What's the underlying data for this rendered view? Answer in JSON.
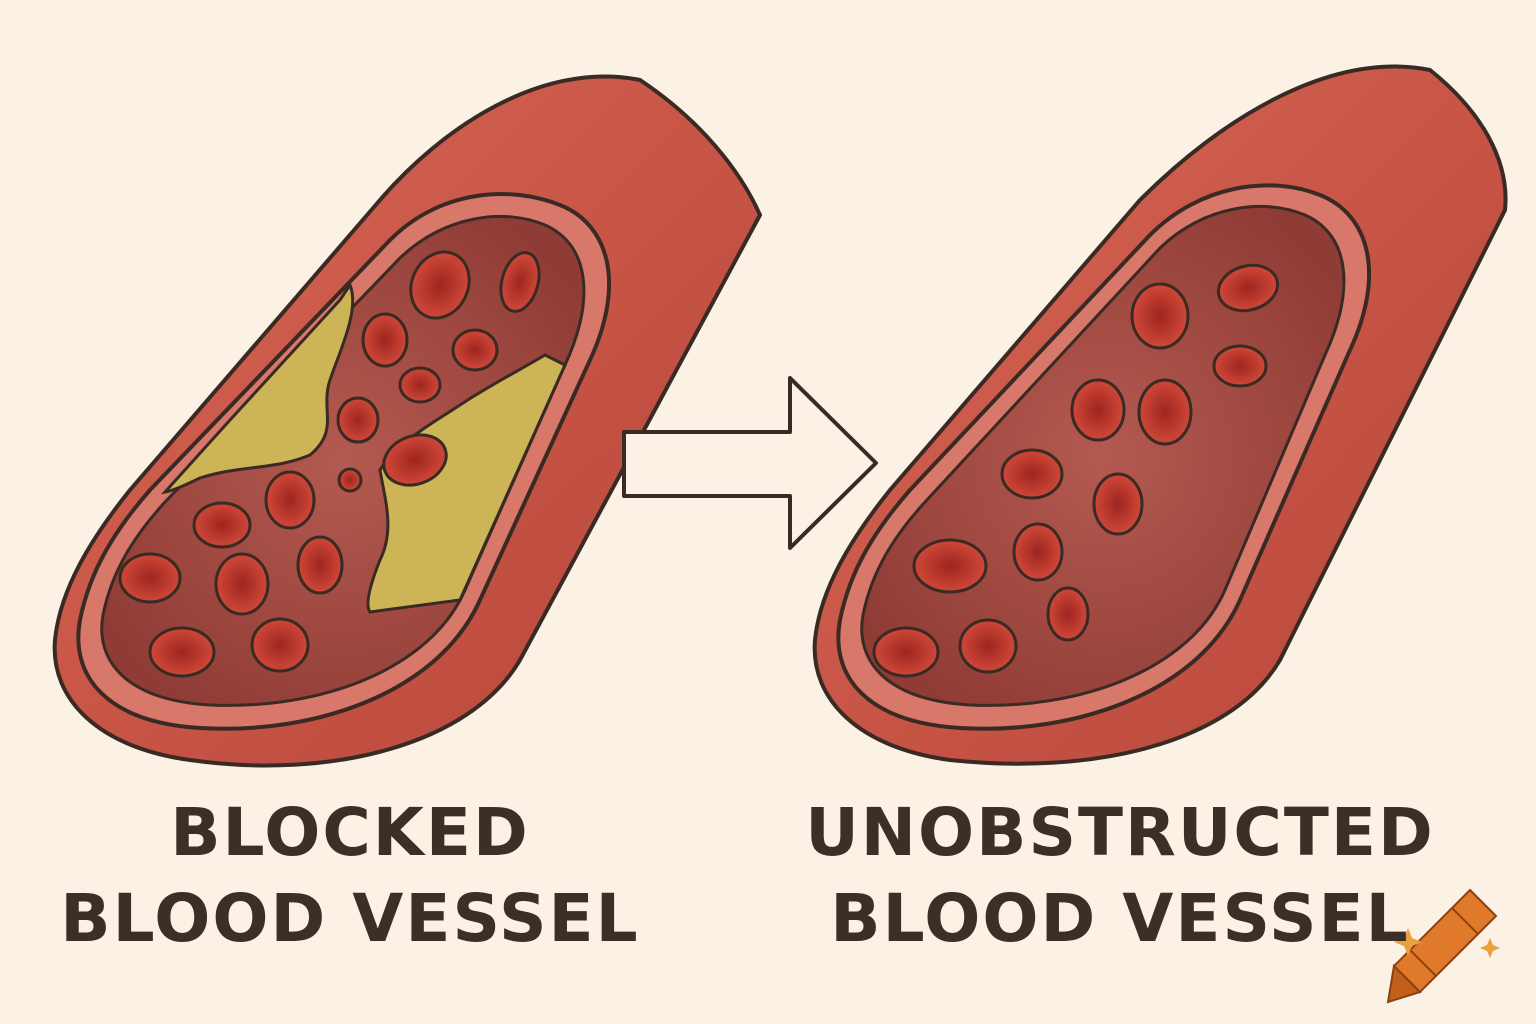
{
  "labels": {
    "left": {
      "line1": "BLOCKED",
      "line2": "BLOOD VESSEL"
    },
    "right": {
      "line1": "UNOBSTRUCTED",
      "line2": "BLOOD VESSEL"
    }
  },
  "icons": {
    "arrow": "right-arrow-icon",
    "watermark": "crayon-icon"
  },
  "colors": {
    "background": "#fbf1e4",
    "vessel_wall": "#c95a4c",
    "vessel_lumen": "#a84c44",
    "plaque": "#cdb457",
    "blood_cell": "#c23a2e",
    "blood_cell_center": "#a82a22",
    "outline": "#3a2a24",
    "text": "#3a3028",
    "crayon": "#e07a2a"
  }
}
